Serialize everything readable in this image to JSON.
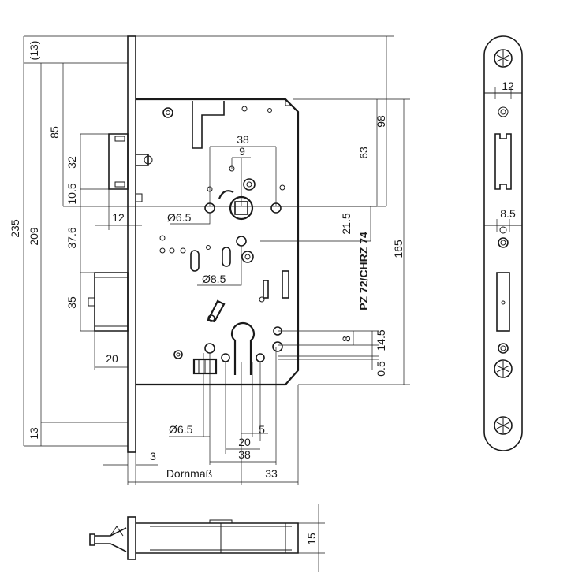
{
  "dims": {
    "d13_top": "(13)",
    "d235": "235",
    "d209": "209",
    "d13_bottom": "13",
    "d85": "85",
    "d32": "32",
    "d10_5": "10.5",
    "d12_latch": "12",
    "d37_6": "37.6",
    "d35": "35",
    "d20_bolt": "20",
    "d38_top": "38",
    "d9": "9",
    "d6_5_top": "Ø6.5",
    "d8_5_mid": "Ø8.5",
    "d98": "98",
    "d63": "63",
    "d21_5": "21.5",
    "pz": "PZ 72/CHRZ 74",
    "d165": "165",
    "d8": "8",
    "d14_5": "14.5",
    "d0_5": "0.5",
    "d6_5_bot": "Ø6.5",
    "d20_bot": "20",
    "d5": "5",
    "d38_bot": "38",
    "d3": "3",
    "dornmass": "Dornmaß",
    "d33": "33",
    "d12_plate": "12",
    "d8_5_plate": "8.5",
    "d15": "15"
  }
}
